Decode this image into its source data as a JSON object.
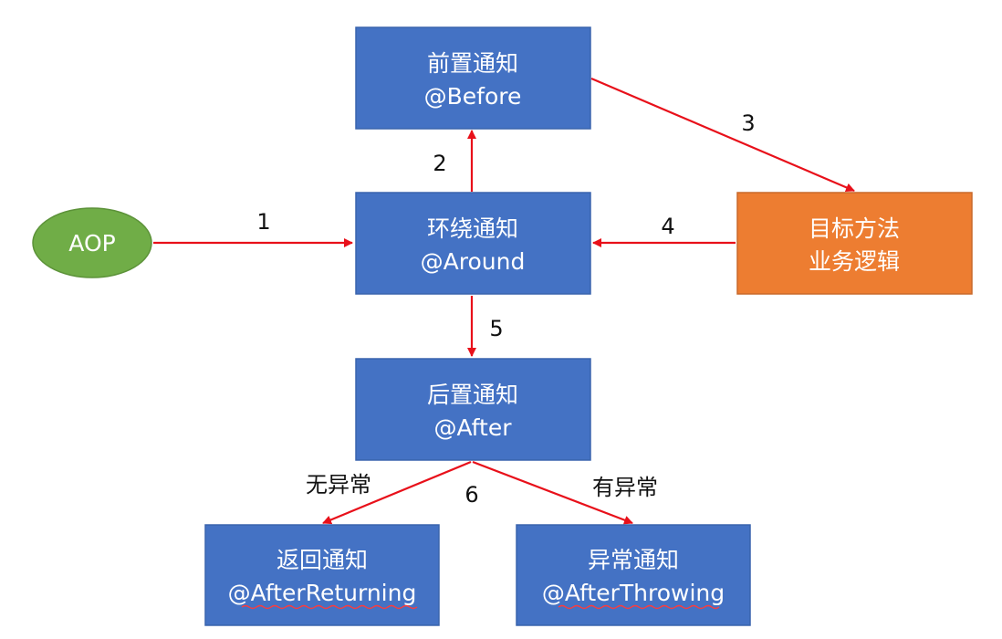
{
  "colors": {
    "box_blue": "#4472c4",
    "box_blue_border": "#3a64ad",
    "box_orange": "#ed7d31",
    "box_orange_border": "#c9692a",
    "ellipse_green": "#70ad47",
    "ellipse_green_border": "#5c9239",
    "arrow_red": "#e8101a",
    "spellcheck_red": "#ff3b3b"
  },
  "nodes": {
    "aop": {
      "label": "AOP"
    },
    "before": {
      "line1": "前置通知",
      "line2": "@Before"
    },
    "around": {
      "line1": "环绕通知",
      "line2": "@Around"
    },
    "target": {
      "line1": "目标方法",
      "line2": "业务逻辑"
    },
    "after": {
      "line1": "后置通知",
      "line2": "@After"
    },
    "returning": {
      "line1": "返回通知",
      "line2": "@AfterReturning"
    },
    "throwing": {
      "line1": "异常通知",
      "line2": "@AfterThrowing"
    }
  },
  "edges": {
    "e1": "1",
    "e2": "2",
    "e3": "3",
    "e4": "4",
    "e5": "5",
    "e6": "6",
    "no_exception": "无异常",
    "has_exception": "有异常"
  }
}
